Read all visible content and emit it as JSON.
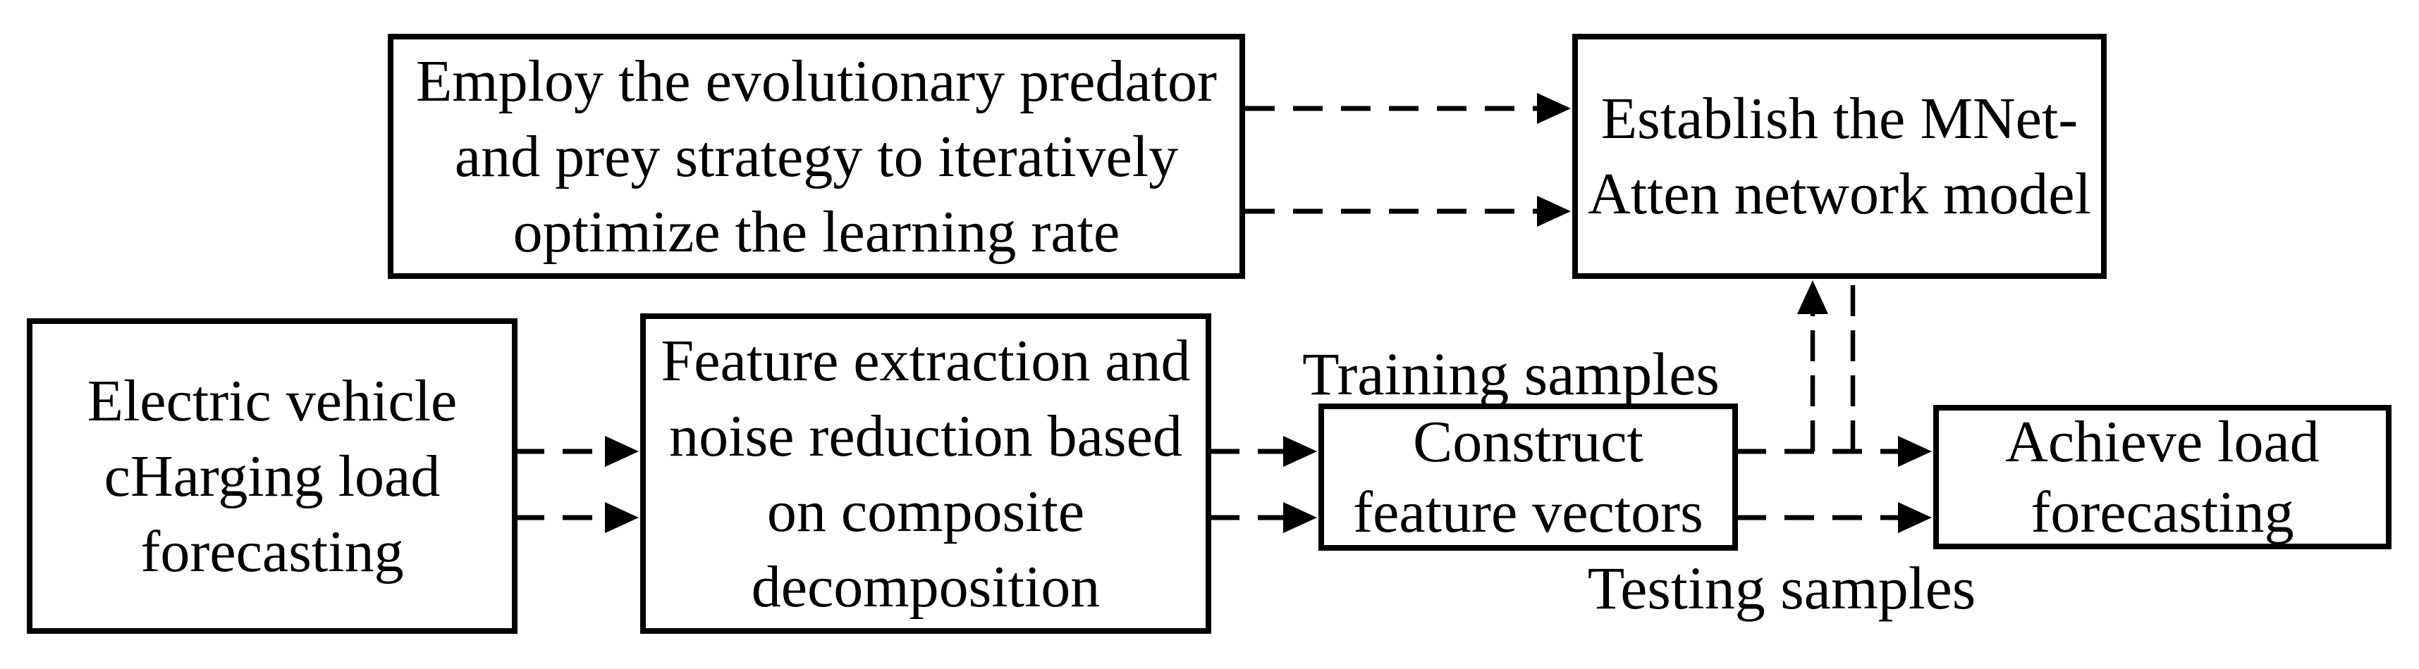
{
  "figure": {
    "description": "Flowchart of electric vehicle charging load forecasting method",
    "background_color": "#ffffff",
    "line_color": "#000000",
    "text_color": "#000000"
  },
  "boxes": {
    "optimizer": {
      "lines": [
        "Employ the evolutionary predator",
        "and prey strategy to iteratively",
        "optimize the learning rate"
      ]
    },
    "model": {
      "lines": [
        "Establish the MNet-",
        "Atten network model"
      ]
    },
    "task": {
      "lines": [
        "Electric vehicle",
        "cHarging load",
        "forecasting"
      ]
    },
    "decomposition": {
      "lines": [
        "Feature extraction and",
        "noise reduction based",
        "on composite",
        "decomposition"
      ]
    },
    "feature_vectors": {
      "lines": [
        "Construct",
        "feature vectors"
      ]
    },
    "achieve": {
      "lines": [
        "Achieve load",
        "forecasting"
      ]
    }
  },
  "labels": {
    "training": "Training samples",
    "testing": "Testing samples"
  }
}
